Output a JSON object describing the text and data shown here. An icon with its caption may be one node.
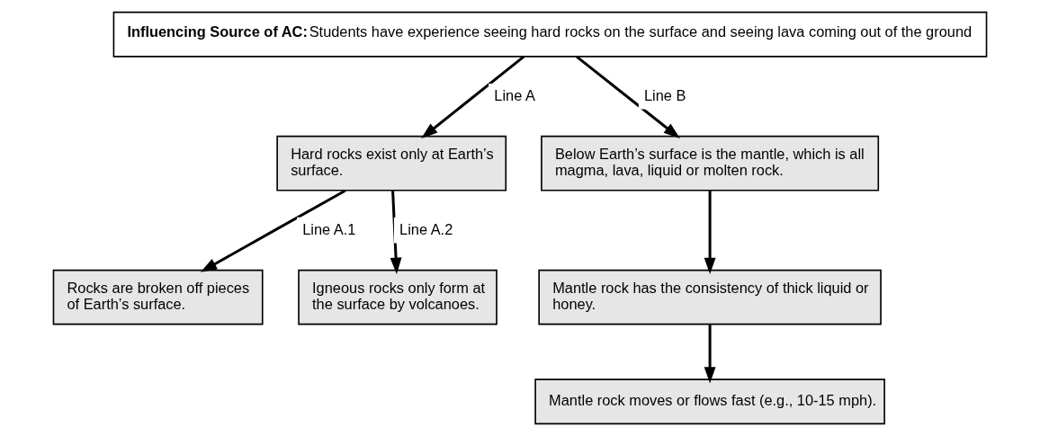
{
  "diagram": {
    "nodes": [
      {
        "text": [
          "Influencing Source of AC:",
          "Students have experience seeing hard rocks on the surface and seeing lava coming out of the ground"
        ]
      },
      {
        "text": [
          "Hard rocks exist only at Earth’s surface."
        ]
      },
      {
        "text": [
          "Below Earth’s surface is the mantle, which is all magma, lava, liquid or molten rock."
        ]
      },
      {
        "text": [
          "Rocks are broken off pieces of Earth’s surface."
        ]
      },
      {
        "text": [
          "Igneous rocks only form at the surface by volcanoes."
        ]
      },
      {
        "text": [
          "Mantle rock has the consistency of thick liquid or honey."
        ]
      },
      {
        "text": [
          "Mantle rock moves or flows fast (e.g., 10-15 mph)."
        ]
      }
    ],
    "edges": [
      {
        "from": 0,
        "to": 1,
        "arrow": "to",
        "label": "Line A"
      },
      {
        "from": 0,
        "to": 2,
        "arrow": "to",
        "label": "Line B"
      },
      {
        "from": 1,
        "to": 3,
        "arrow": "to",
        "label": "Line A.1"
      },
      {
        "from": 1,
        "to": 4,
        "arrow": "to",
        "label": "Line A.2"
      },
      {
        "from": 2,
        "to": 5,
        "arrow": "to"
      },
      {
        "from": 5,
        "to": 6,
        "arrow": "to"
      }
    ]
  }
}
